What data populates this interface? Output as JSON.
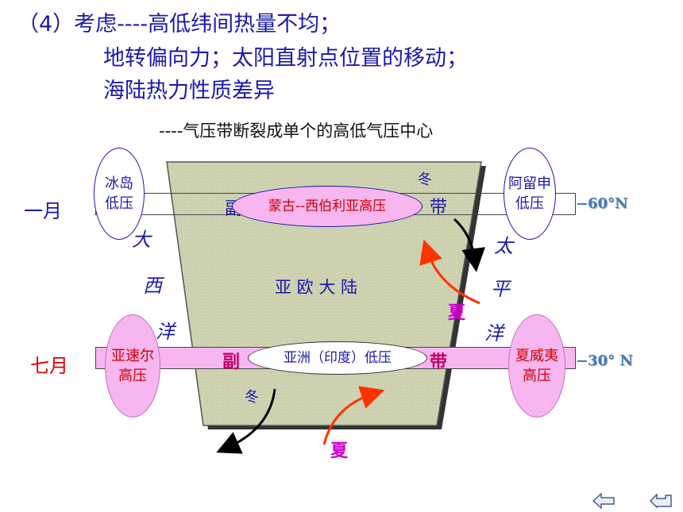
{
  "title": {
    "line1": "（4）考虑----高低纬间热量不均；",
    "line2": "地转偏向力；太阳直射点位置的移动；",
    "line3": "海陆热力性质差异"
  },
  "subtitle": "----气压带断裂成单个的高低气压中心",
  "months": {
    "january": "一月",
    "july": "七月"
  },
  "latitudes": {
    "north60": "60°N",
    "north30": "30° N"
  },
  "continent_label": "亚 欧 大 陆",
  "oceans": {
    "atlantic": [
      "大",
      "西",
      "洋"
    ],
    "pacific": [
      "太",
      "平",
      "洋"
    ]
  },
  "pressure_centers": {
    "iceland": "冰岛\n低压",
    "aleutian": "阿留申\n低压",
    "mongolia": "蒙古--西伯利亚高压",
    "azores": "亚速尔\n高压",
    "hawaii": "夏威夷\n高压",
    "asia_low": "亚洲（印度）低压"
  },
  "belt_chars": {
    "jan_left": "副",
    "jan_right": "带",
    "jul_left": "副",
    "jul_right": "带",
    "jan_top": "冬"
  },
  "seasons": {
    "winter": "冬",
    "summer": "夏"
  },
  "colors": {
    "title": "#1a1aa8",
    "july_band": "#f7b6f0",
    "continent": "#cfd3b2",
    "high_pressure": "#f7b6f0",
    "summer_arrow": "#ff3300",
    "summer_text": "#cc00cc",
    "latitude": "#4a78b8"
  },
  "icons": [
    "back-arrow-icon",
    "return-arrow-icon"
  ]
}
